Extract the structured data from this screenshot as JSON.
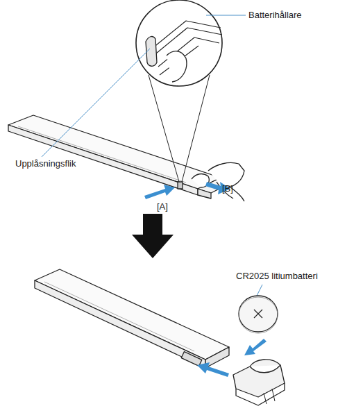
{
  "diagram": {
    "labels": [
      "Batterihållare",
      "Upplåsningsflik",
      "[A]",
      "[B]",
      "CR2025 litiumbatteri"
    ]
  }
}
